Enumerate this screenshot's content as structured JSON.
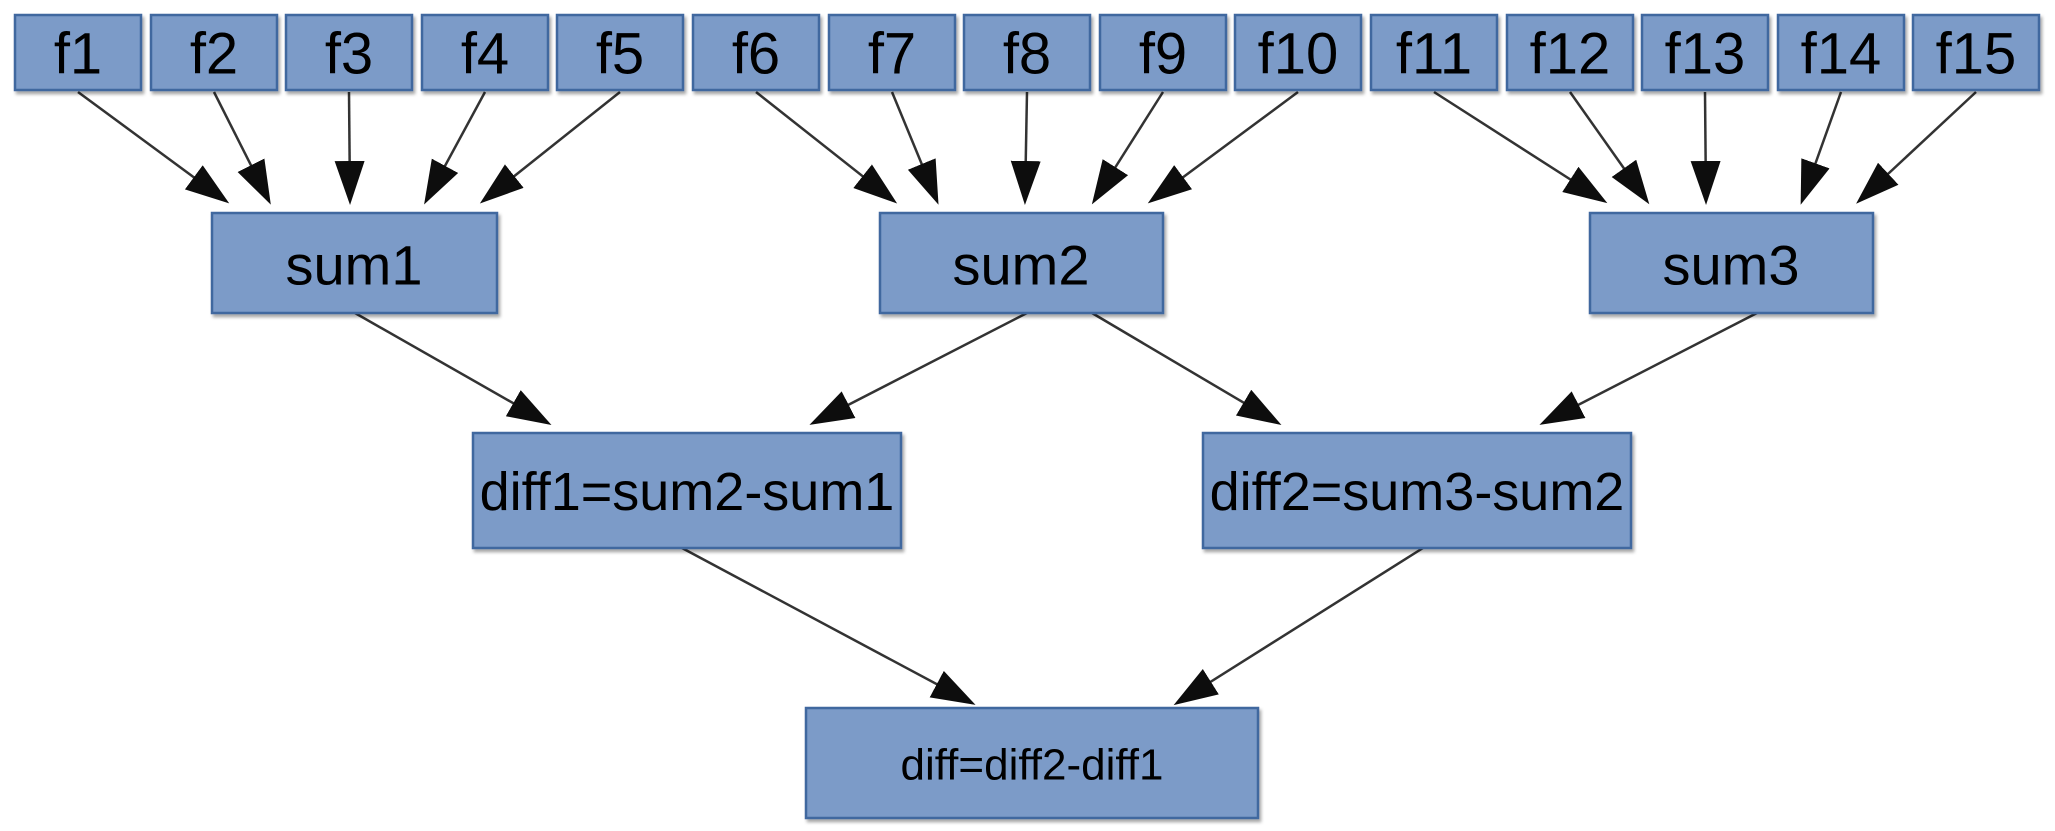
{
  "diagram": {
    "type": "dataflow-tree",
    "background_color": "#ffffff",
    "colors": {
      "node_fill": "#7b9bc8",
      "node_border": "#40679f",
      "arrow": "#333333",
      "arrowhead": "#0d0d0d",
      "label_text": "#000000"
    },
    "nodes": {
      "f1": {
        "label": "f1"
      },
      "f2": {
        "label": "f2"
      },
      "f3": {
        "label": "f3"
      },
      "f4": {
        "label": "f4"
      },
      "f5": {
        "label": "f5"
      },
      "f6": {
        "label": "f6"
      },
      "f7": {
        "label": "f7"
      },
      "f8": {
        "label": "f8"
      },
      "f9": {
        "label": "f9"
      },
      "f10": {
        "label": "f10"
      },
      "f11": {
        "label": "f11"
      },
      "f12": {
        "label": "f12"
      },
      "f13": {
        "label": "f13"
      },
      "f14": {
        "label": "f14"
      },
      "f15": {
        "label": "f15"
      },
      "sum1": {
        "label": "sum1"
      },
      "sum2": {
        "label": "sum2"
      },
      "sum3": {
        "label": "sum3"
      },
      "diff1": {
        "label": "diff1=sum2-sum1"
      },
      "diff2": {
        "label": "diff2=sum3-sum2"
      },
      "diff": {
        "label": "diff=diff2-diff1"
      }
    },
    "edges": [
      {
        "from": "f1",
        "to": "sum1"
      },
      {
        "from": "f2",
        "to": "sum1"
      },
      {
        "from": "f3",
        "to": "sum1"
      },
      {
        "from": "f4",
        "to": "sum1"
      },
      {
        "from": "f5",
        "to": "sum1"
      },
      {
        "from": "f6",
        "to": "sum2"
      },
      {
        "from": "f7",
        "to": "sum2"
      },
      {
        "from": "f8",
        "to": "sum2"
      },
      {
        "from": "f9",
        "to": "sum2"
      },
      {
        "from": "f10",
        "to": "sum2"
      },
      {
        "from": "f11",
        "to": "sum3"
      },
      {
        "from": "f12",
        "to": "sum3"
      },
      {
        "from": "f13",
        "to": "sum3"
      },
      {
        "from": "f14",
        "to": "sum3"
      },
      {
        "from": "f15",
        "to": "sum3"
      },
      {
        "from": "sum1",
        "to": "diff1"
      },
      {
        "from": "sum2",
        "to": "diff1"
      },
      {
        "from": "sum2",
        "to": "diff2"
      },
      {
        "from": "sum3",
        "to": "diff2"
      },
      {
        "from": "diff1",
        "to": "diff"
      },
      {
        "from": "diff2",
        "to": "diff"
      }
    ]
  }
}
